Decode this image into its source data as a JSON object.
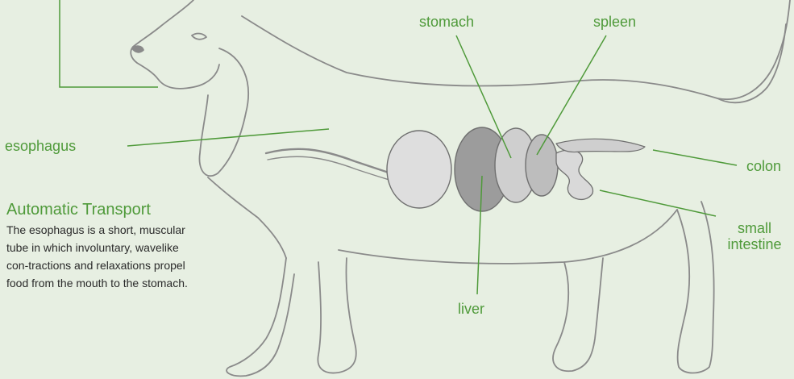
{
  "labels": {
    "stomach": "stomach",
    "spleen": "spleen",
    "esophagus": "esophagus",
    "colon": "colon",
    "small_intestine_line1": "small",
    "small_intestine_line2": "intestine",
    "liver": "liver"
  },
  "sidebar": {
    "title": "Automatic Transport",
    "body": "The esophagus is a short, muscular tube in which involuntary, wavelike con-tractions and relaxations propel food from the mouth to the stomach."
  },
  "colors": {
    "background": "#e7efe2",
    "accent_green": "#4f9a3a",
    "sketch": "#8a8a8a",
    "body_text": "#2a2a2a"
  }
}
